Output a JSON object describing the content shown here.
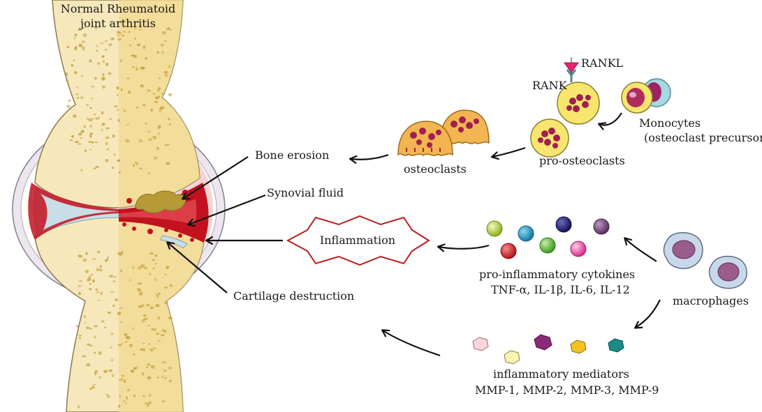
{
  "header": {
    "line1": "Normal Rheumatoid",
    "line2": "joint arthritis"
  },
  "joint_labels": {
    "bone_erosion": "Bone erosion",
    "synovial_fluid": "Synovial fluid",
    "cartilage_destruction": "Cartilage destruction"
  },
  "inflammation": "Inflammation",
  "osteoclast_pathway": {
    "rankl": "RANKL",
    "rank": "RANK",
    "monocytes_line1": "Monocytes",
    "monocytes_line2": "(osteoclast precursors)",
    "pro_osteoclasts": "pro-osteoclasts",
    "osteoclasts": "osteoclasts"
  },
  "cytokines": {
    "title": "pro-inflammatory cytokines",
    "list": "TNF-α, IL-1β, IL-6, IL-12"
  },
  "macrophages": "macrophages",
  "mediators": {
    "title": "inflammatory mediators",
    "list": "MMP-1, MMP-2, MMP-3, MMP-9"
  },
  "colors": {
    "bone": "#f6e6b4",
    "bone_right": "#f3d88e",
    "dots": "#c9a64a",
    "blood": "#c2121e",
    "cartilage": "#c9dde6",
    "capsule": "#e9e2ec",
    "inflam_stroke": "#b71c1c",
    "osteoclast": "#f2b552"
  }
}
